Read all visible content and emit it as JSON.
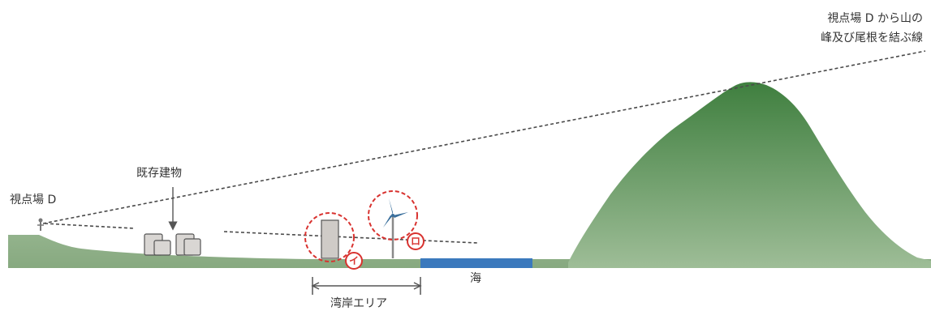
{
  "labels": {
    "viewpoint": "視点場 D",
    "existing_buildings": "既存建物",
    "sightline_line1": "視点場 D から山の",
    "sightline_line2": "峰及び尾根を結ぶ線",
    "sea": "海",
    "bay_area": "湾岸エリア"
  },
  "markers": {
    "building": "イ",
    "wind_turbine": "ロ"
  },
  "colors": {
    "mountain_top": "#3f7f3f",
    "mountain_bottom": "#9ebd97",
    "ground": "#8fb188",
    "sea": "#3b79bd",
    "highlight_circle": "#d8322f",
    "line": "#4a4a4a",
    "building_fill": "#d9d6d3",
    "turbine_blade": "#3a6f9c"
  }
}
